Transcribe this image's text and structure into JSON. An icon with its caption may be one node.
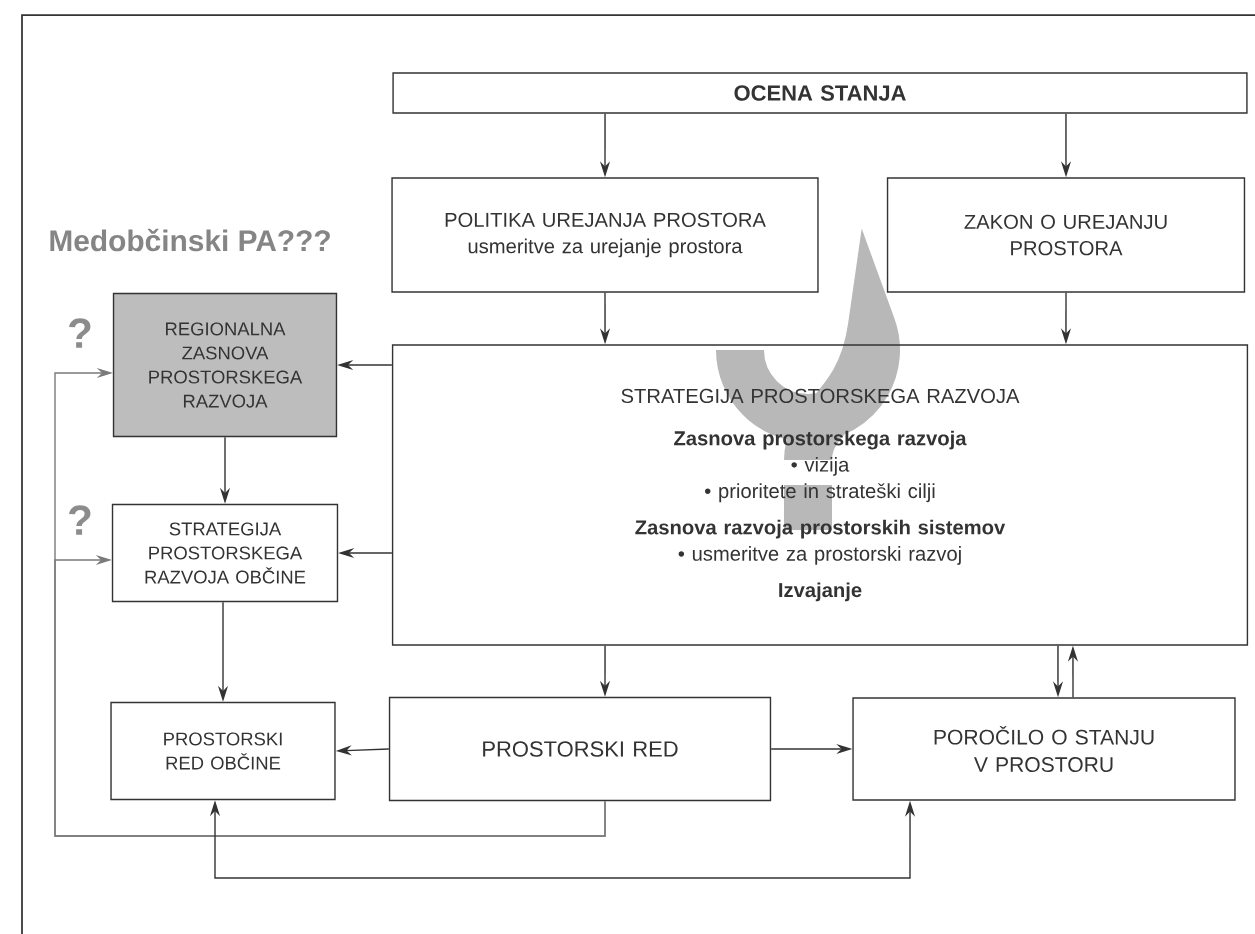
{
  "diagram": {
    "nodes": [
      {
        "text": [
          "OCENA STANJA"
        ]
      },
      {
        "text": [
          "POLITIKA UREJANJA PROSTORA",
          "usmeritve za urejanje prostora"
        ]
      },
      {
        "text": [
          "ZAKON O UREJANJU PROSTORA"
        ]
      },
      {
        "text": [
          "STRATEGIJA PROSTORSKEGA RAZVOJA",
          "Zasnova prostorskega razvoja",
          "• vizija",
          "• prioritete in strateški cilji",
          "Zasnova razvoja prostorskih sistemov",
          "• usmeritve za prostorski razvoj",
          "Izvajanje"
        ]
      },
      {
        "text": [
          "REGIONALNA ZASNOVA PROSTORSKEGA RAZVOJA"
        ]
      },
      {
        "text": [
          "STRATEGIJA PROSTORSKEGA RAZVOJA OBČINE"
        ]
      },
      {
        "text": [
          "PROSTORSKI RED OBČINE"
        ]
      },
      {
        "text": [
          "PROSTORSKI RED"
        ]
      },
      {
        "text": [
          "POROČILO O STANJU V PROSTORU"
        ]
      }
    ],
    "edges": [
      {
        "from": 0,
        "to": 1,
        "arrow": "to"
      },
      {
        "from": 0,
        "to": 2,
        "arrow": "to"
      },
      {
        "from": 1,
        "to": 3,
        "arrow": "to"
      },
      {
        "from": 2,
        "to": 3,
        "arrow": "to"
      },
      {
        "from": 3,
        "to": 4,
        "arrow": "to"
      },
      {
        "from": 3,
        "to": 5,
        "arrow": "to"
      },
      {
        "from": 3,
        "to": 7,
        "arrow": "to"
      },
      {
        "from": 3,
        "to": 8,
        "arrow": "to"
      },
      {
        "from": 8,
        "to": 3,
        "arrow": "to"
      },
      {
        "from": 4,
        "to": 5,
        "arrow": "to"
      },
      {
        "from": 5,
        "to": 6,
        "arrow": "to"
      },
      {
        "from": 7,
        "to": 6,
        "arrow": "to"
      },
      {
        "from": 7,
        "to": 8,
        "arrow": "to"
      },
      {
        "from": 7,
        "to": 4,
        "arrow": "to",
        "color": "#7a7a7a"
      },
      {
        "from": 7,
        "to": 5,
        "arrow": "to",
        "color": "#7a7a7a"
      },
      {
        "from": 8,
        "to": 6,
        "arrow": "both"
      }
    ],
    "labels": [
      "Medobčinski PA???",
      "?",
      "?"
    ]
  }
}
